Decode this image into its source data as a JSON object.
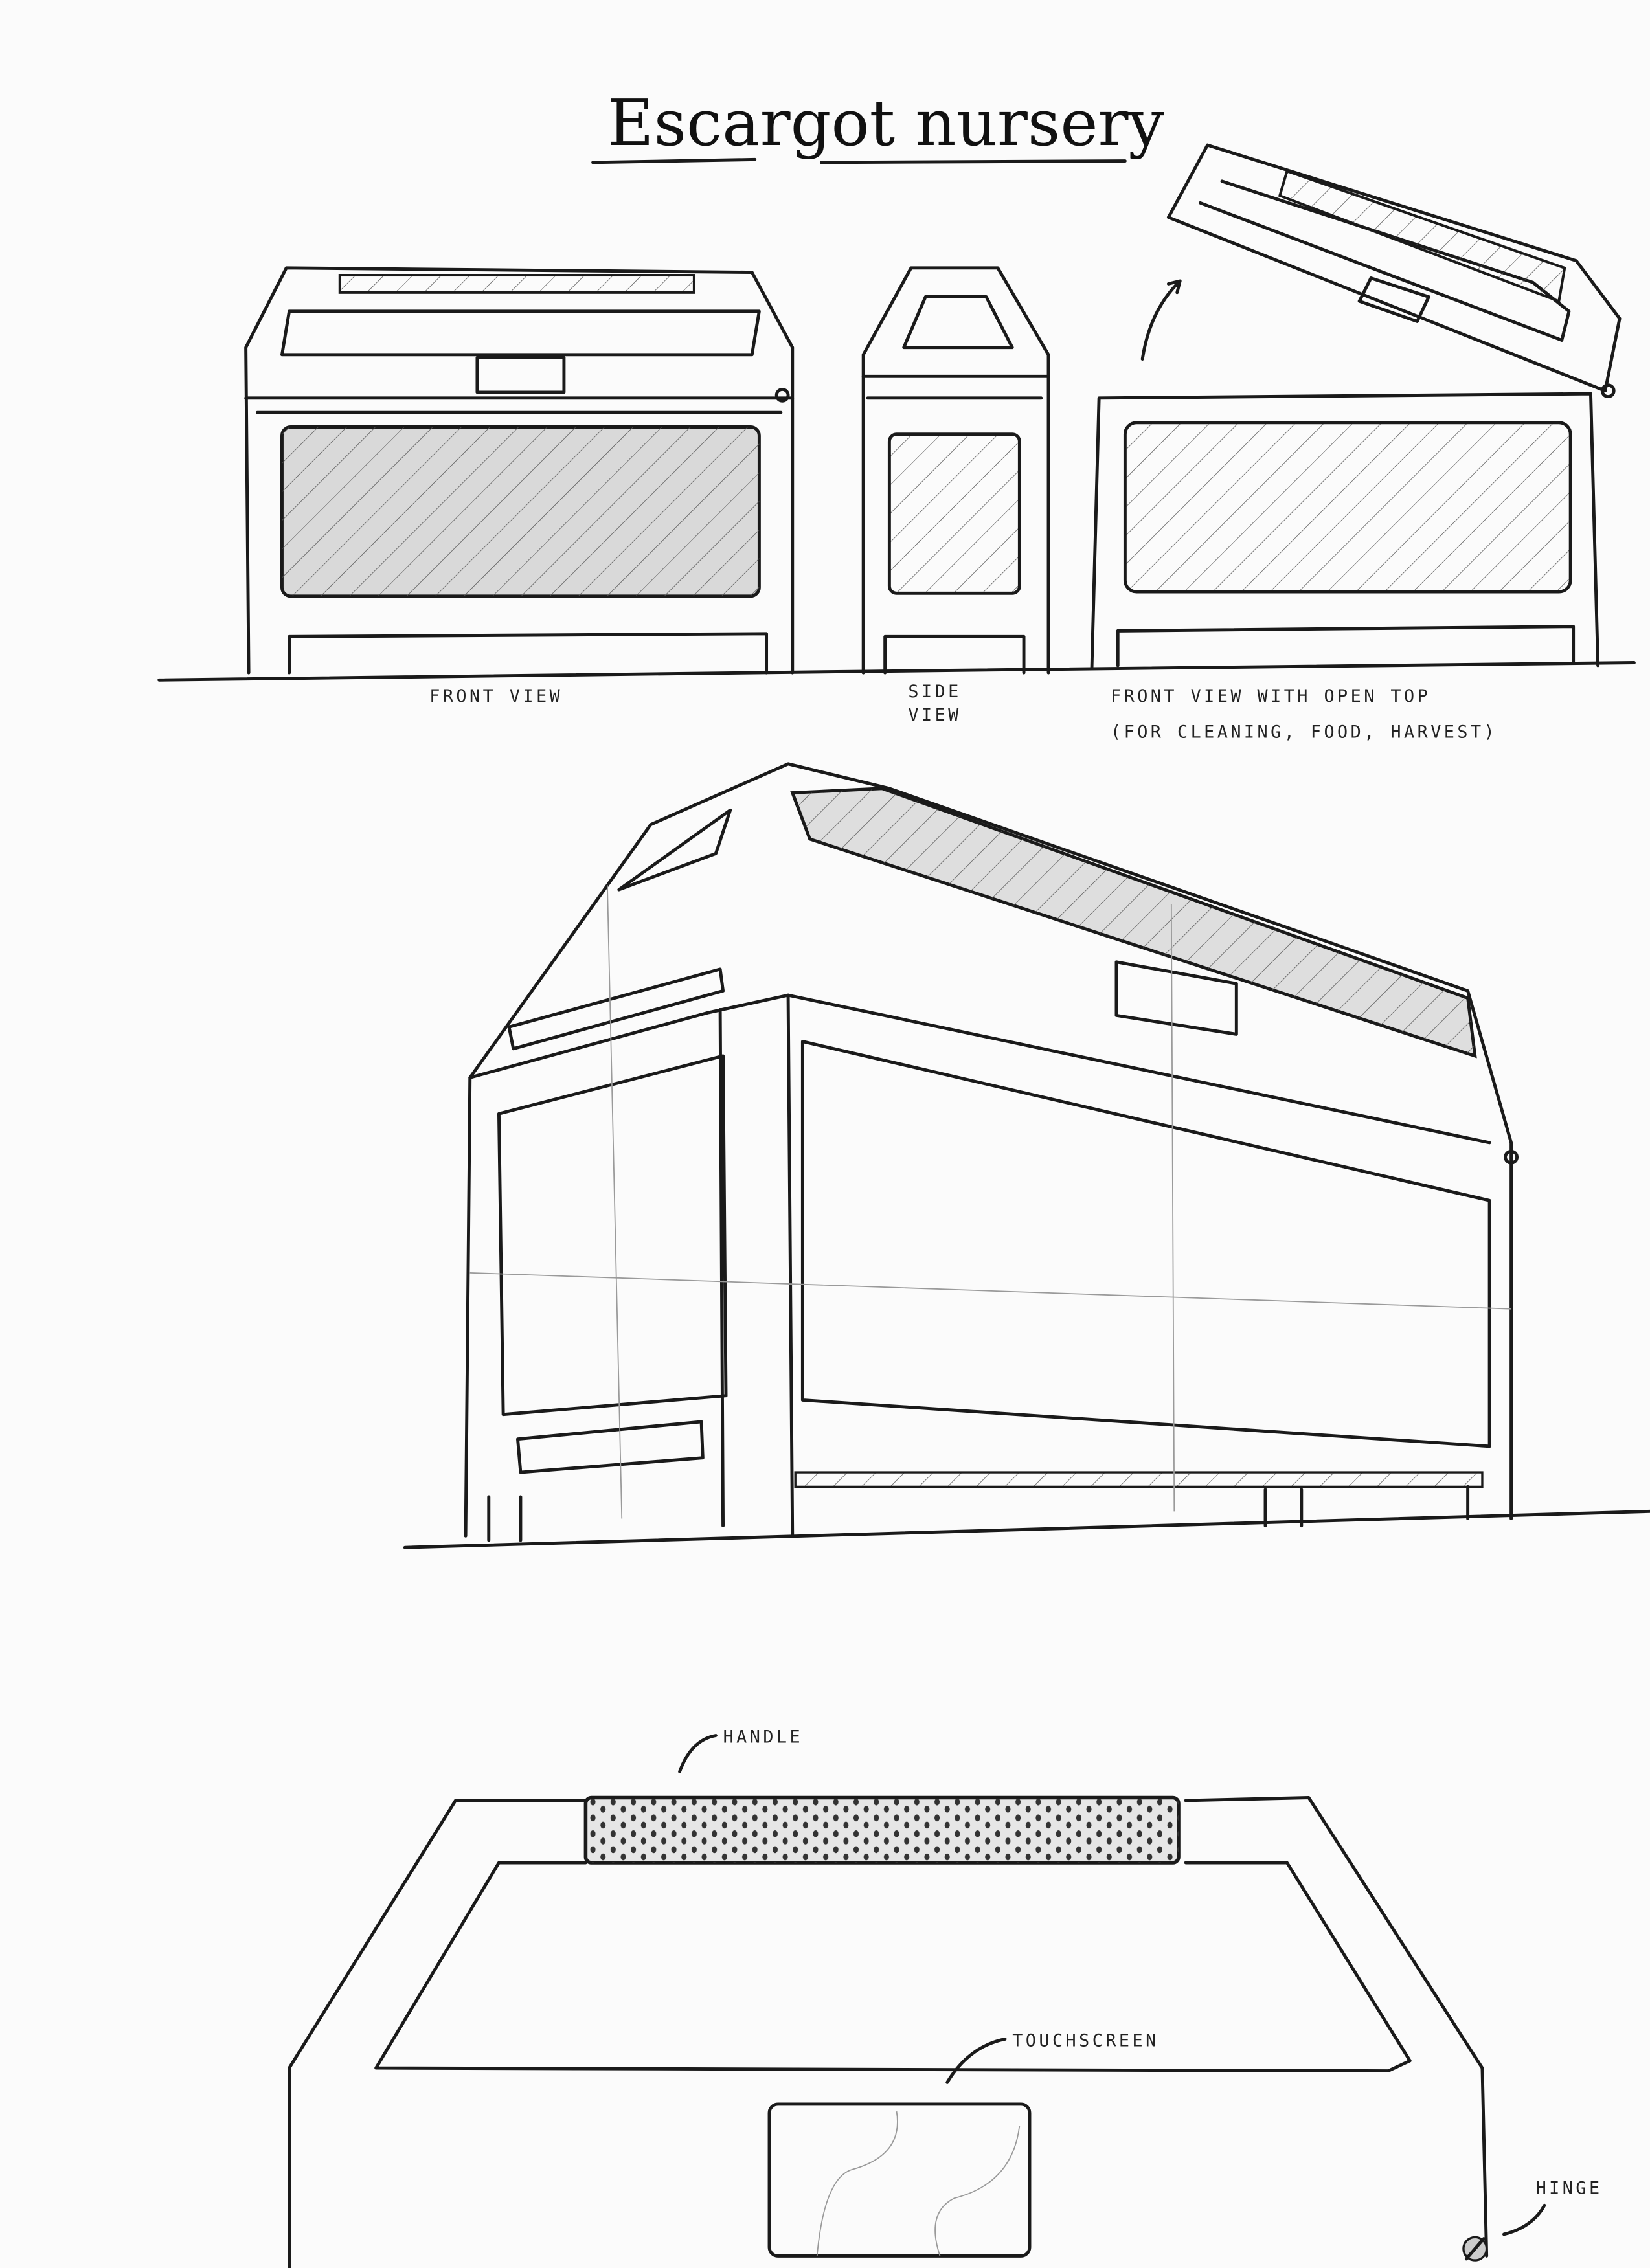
{
  "title": "Escargot nursery",
  "labels": {
    "front_view": "FRONT VIEW",
    "side_view_1": "SIDE",
    "side_view_2": "VIEW",
    "open_view_1": "FRONT VIEW WITH OPEN TOP",
    "open_view_2": "(FOR CLEANING, FOOD, HARVEST)",
    "handle": "HANDLE",
    "touchscreen": "TOUCHSCREEN",
    "hinge": "HINGE"
  },
  "colors": {
    "ink": "#1a1a1a",
    "paper": "#fbfbfb",
    "glass": "#d9d9d9"
  }
}
